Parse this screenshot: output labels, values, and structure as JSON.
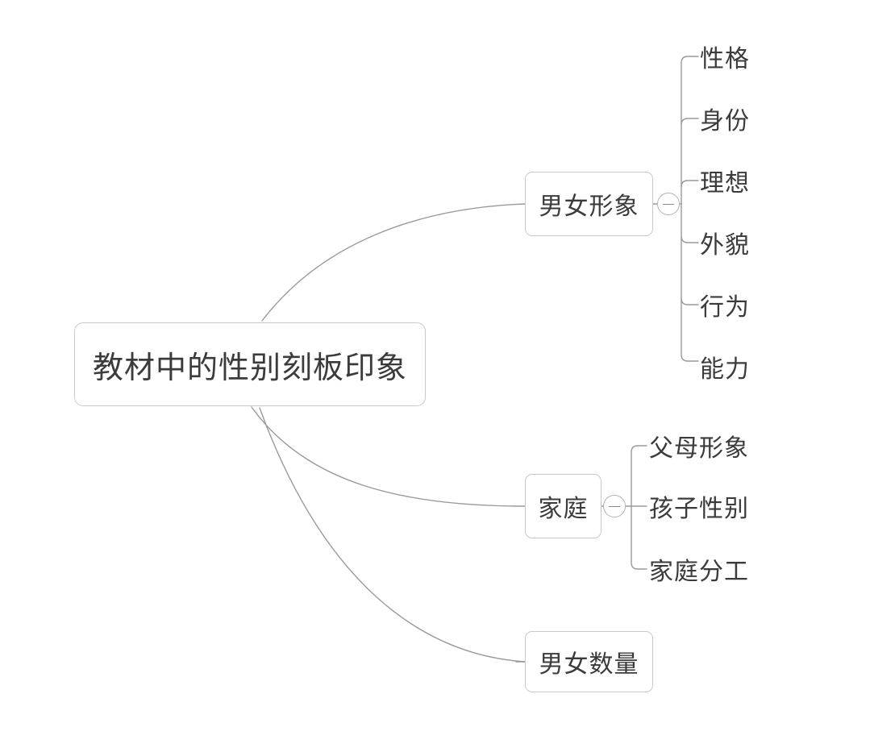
{
  "diagram": {
    "type": "mind-map",
    "title": "教材中的性别刻板印象",
    "root": {
      "label": "教材中的性别刻板印象"
    },
    "branches": [
      {
        "label": "男女形象",
        "collapse_icon": "minus-circle-icon",
        "expanded": true,
        "children": [
          {
            "label": "性格"
          },
          {
            "label": "身份"
          },
          {
            "label": "理想"
          },
          {
            "label": "外貌"
          },
          {
            "label": "行为"
          },
          {
            "label": "能力"
          }
        ]
      },
      {
        "label": "家庭",
        "collapse_icon": "minus-circle-icon",
        "expanded": true,
        "children": [
          {
            "label": "父母形象"
          },
          {
            "label": "孩子性别"
          },
          {
            "label": "家庭分工"
          }
        ]
      },
      {
        "label": "男女数量",
        "collapse_icon": null,
        "expanded": true,
        "children": []
      }
    ],
    "style": {
      "background": "#ffffff",
      "node_border": "#c9c9c9",
      "node_fill": "#ffffff",
      "edge_color": "#9a9a9a",
      "text_color": "#3b3b3b",
      "toggle_border": "#b4b4b4"
    }
  }
}
